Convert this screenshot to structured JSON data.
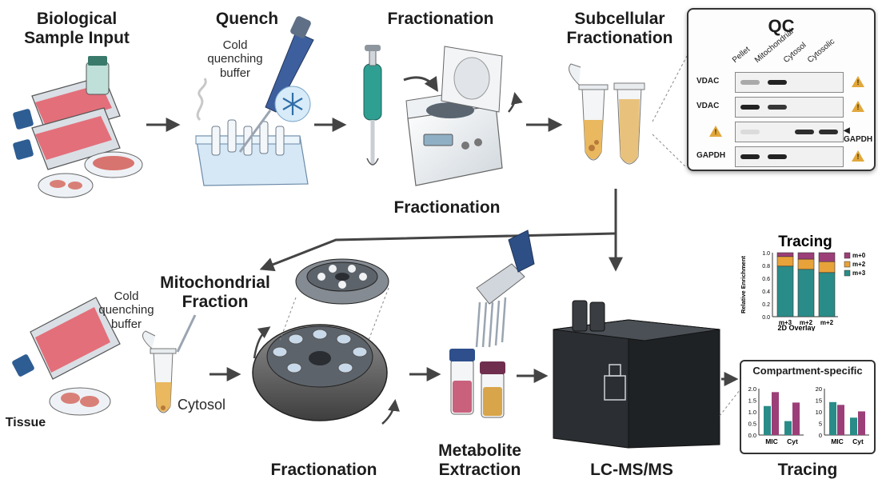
{
  "stages_top": {
    "biological": "Biological\nSample Input",
    "quench": "Quench",
    "quench_note": "Cold\nquenching\nbuffer",
    "fractionation": "Fractionation",
    "subcellular": "Subcellular\nFractionation",
    "fractionation_mid": "Fractionation"
  },
  "stages_bottom": {
    "mito": "Mitochondrial\nFraction",
    "cold_note": "Cold\nquenching\nbuffer",
    "cytosol": "Cytosol",
    "tissue": "Tissue",
    "fractionation": "Fractionation",
    "metabolite": "Metabolite\nExtraction",
    "lcms": "LC-MS/MS",
    "tracing_bottom": "Tracing"
  },
  "qc": {
    "title": "QC",
    "lanes": [
      "Pellet",
      "Mitochondrial",
      "Cytosol",
      "Cytosolic"
    ],
    "rows": [
      {
        "label": "VDAC",
        "bands": [
          0.35,
          1.0,
          0,
          0
        ],
        "warn": "right"
      },
      {
        "label": "VDAC",
        "bands": [
          1.0,
          0.9,
          0,
          0
        ],
        "warn": "right"
      },
      {
        "label": "",
        "bands": [
          0.1,
          0,
          0.95,
          0.95
        ],
        "warn": "left",
        "side_label": "◀ GAPDH"
      },
      {
        "label": "GAPDH",
        "bands": [
          1.0,
          1.0,
          0,
          0
        ],
        "warn": "right"
      }
    ],
    "warn_glyph": "!"
  },
  "chart_data": [
    {
      "type": "bar",
      "title": "Tracing",
      "xlabel": "2D Overlay",
      "ylabel": "Relative Enrichment",
      "categories": [
        "m+3",
        "m+2",
        "m+2"
      ],
      "ylim": [
        0,
        1.0
      ],
      "yticks": [
        "1.0",
        "0.8",
        "0.6",
        "0.4",
        "0.2",
        "0.0"
      ],
      "stacked": true,
      "series": [
        {
          "name": "m+3",
          "color": "#2a8c88",
          "values": [
            0.79,
            0.74,
            0.69
          ]
        },
        {
          "name": "m+2",
          "color": "#e8a23a",
          "values": [
            0.15,
            0.16,
            0.17
          ]
        },
        {
          "name": "m+0",
          "color": "#9c3f78",
          "values": [
            0.06,
            0.1,
            0.14
          ]
        }
      ],
      "legend": [
        "m+0",
        "m+2",
        "m+3"
      ],
      "legend_position": "right"
    },
    {
      "type": "bar",
      "title": "Compartment-specific",
      "charts": [
        {
          "categories": [
            "MIC",
            "Cyt"
          ],
          "ylim": [
            0,
            2.0
          ],
          "yticks": [
            "2.0",
            "1.5",
            "1.0",
            "0.5",
            "0.0"
          ],
          "series": [
            {
              "color": "#2a8c88",
              "values": [
                1.25,
                0.6
              ]
            },
            {
              "color": "#9c3f78",
              "values": [
                1.85,
                1.4
              ]
            }
          ]
        },
        {
          "categories": [
            "MIC",
            "Cyt"
          ],
          "ylim": [
            0,
            20
          ],
          "yticks": [
            "20",
            "15",
            "10",
            "5",
            "0"
          ],
          "series": [
            {
              "color": "#2a8c88",
              "values": [
                14.2,
                7.5
              ]
            },
            {
              "color": "#9c3f78",
              "values": [
                13.0,
                10.2
              ]
            }
          ]
        }
      ]
    }
  ]
}
